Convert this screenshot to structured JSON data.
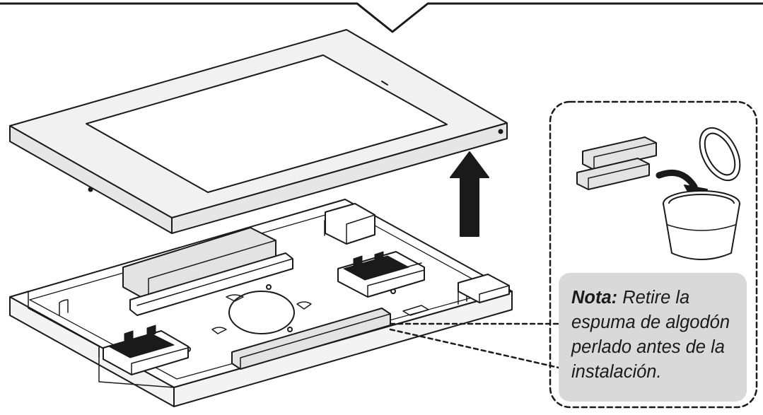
{
  "note": {
    "label": "Nota:",
    "lines": [
      " Retire la",
      "espuma de algodón",
      "perlado antes de la",
      "instalación."
    ]
  },
  "colors": {
    "stroke": "#1a1a1a",
    "panel_fill": "#f1f1f1",
    "foam_fill": "#e3e3e3",
    "note_fill": "#d9d9d9",
    "background": "#ffffff"
  },
  "icons": [
    "lift-up-arrow-icon",
    "trash-can-icon",
    "curved-arrow-icon"
  ]
}
